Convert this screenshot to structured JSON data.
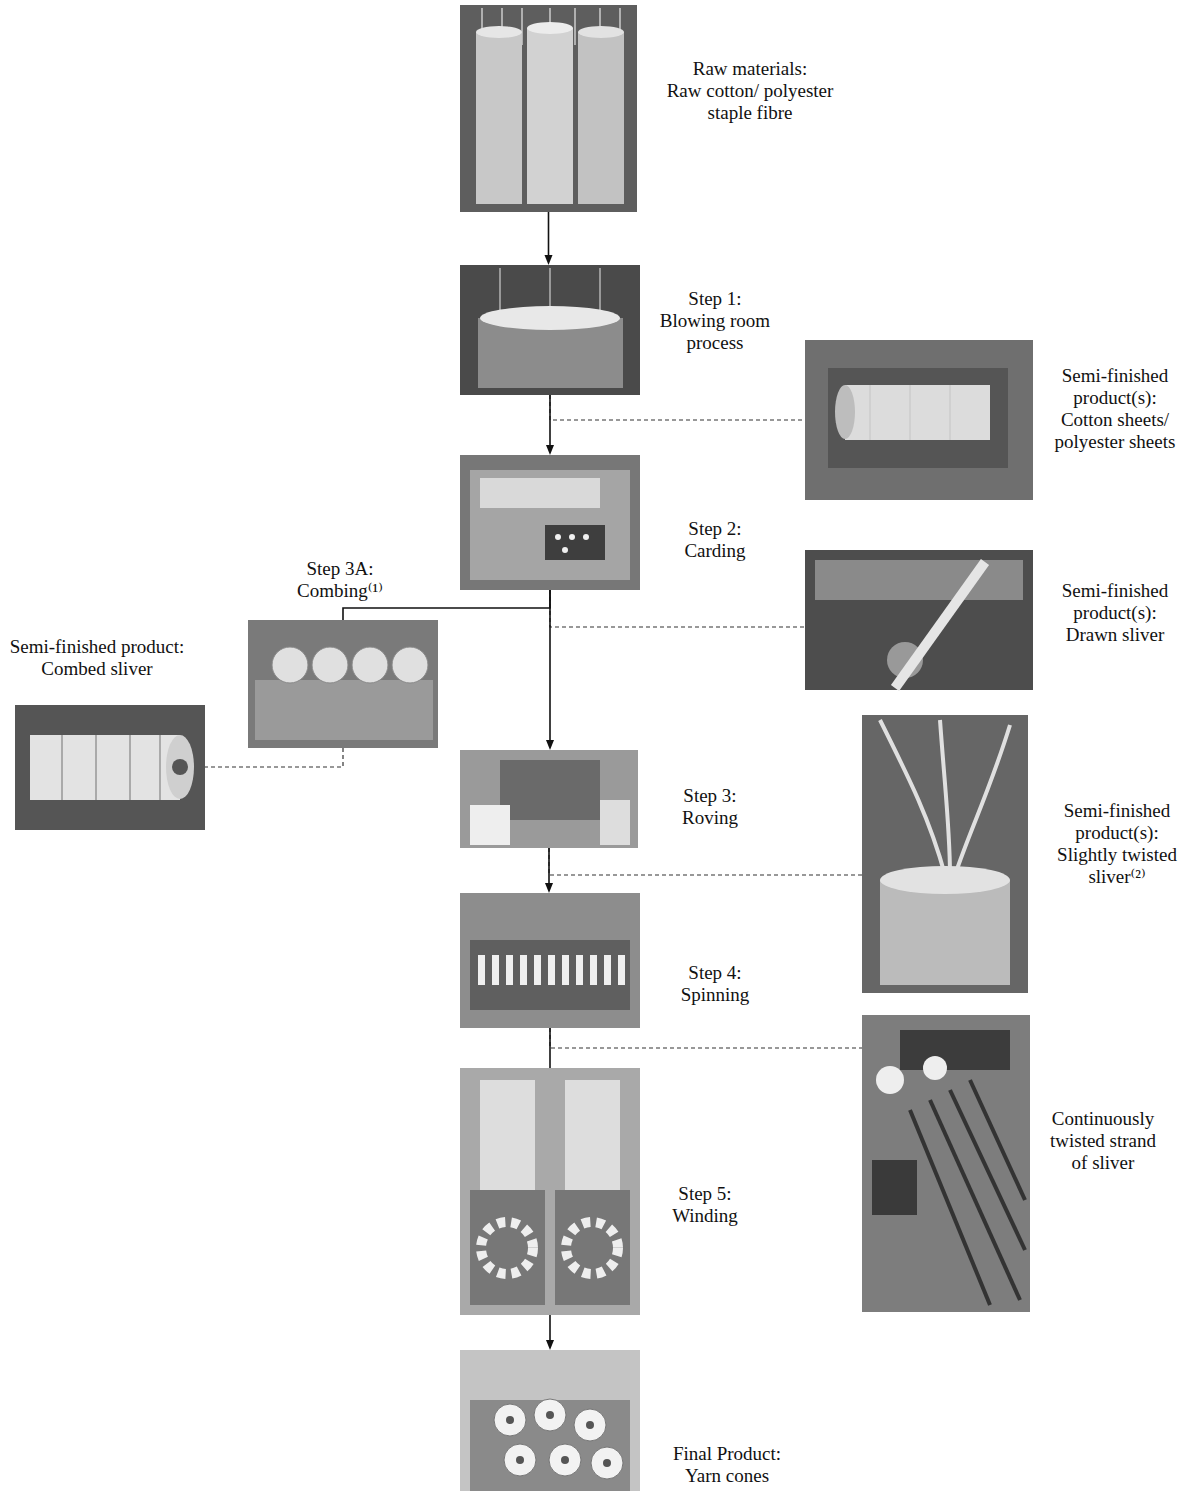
{
  "diagram": {
    "nodes": [
      {
        "text": [
          "Raw materials:",
          "Raw cotton/ polyester staple fibre"
        ]
      },
      {
        "text": [
          "Step 1:",
          "Blowing room process"
        ]
      },
      {
        "text": [
          "Semi-finished product(s):",
          "Cotton sheets/ polyester sheets"
        ]
      },
      {
        "text": [
          "Step 2:",
          "Carding"
        ]
      },
      {
        "text": [
          "Semi-finished product(s):",
          "Drawn sliver"
        ]
      },
      {
        "text": [
          "Step 3A:",
          "Combing⁽¹⁾"
        ]
      },
      {
        "text": [
          "Semi-finished product:",
          "Combed sliver"
        ]
      },
      {
        "text": [
          "Step 3:",
          "Roving"
        ]
      },
      {
        "text": [
          "Semi-finished product(s):",
          "Slightly twisted sliver⁽²⁾"
        ]
      },
      {
        "text": [
          "Step 4:",
          "Spinning"
        ]
      },
      {
        "text": [
          "Continuously twisted strand of sliver"
        ]
      },
      {
        "text": [
          "Step 5:",
          "Winding"
        ]
      },
      {
        "text": [
          "Final Product:",
          "Yarn cones"
        ]
      }
    ],
    "edges": [
      {
        "from": 0,
        "to": 1,
        "arrow": "to"
      },
      {
        "from": 1,
        "to": 2,
        "arrow": "none"
      },
      {
        "from": 1,
        "to": 3,
        "arrow": "to"
      },
      {
        "from": 3,
        "to": 4,
        "arrow": "none"
      },
      {
        "from": 3,
        "to": 5,
        "arrow": "none"
      },
      {
        "from": 5,
        "to": 6,
        "arrow": "none"
      },
      {
        "from": 3,
        "to": 7,
        "arrow": "to"
      },
      {
        "from": 7,
        "to": 8,
        "arrow": "none"
      },
      {
        "from": 7,
        "to": 9,
        "arrow": "to"
      },
      {
        "from": 9,
        "to": 10,
        "arrow": "none"
      },
      {
        "from": 9,
        "to": 11,
        "arrow": "none"
      },
      {
        "from": 11,
        "to": 12,
        "arrow": "to"
      }
    ]
  }
}
